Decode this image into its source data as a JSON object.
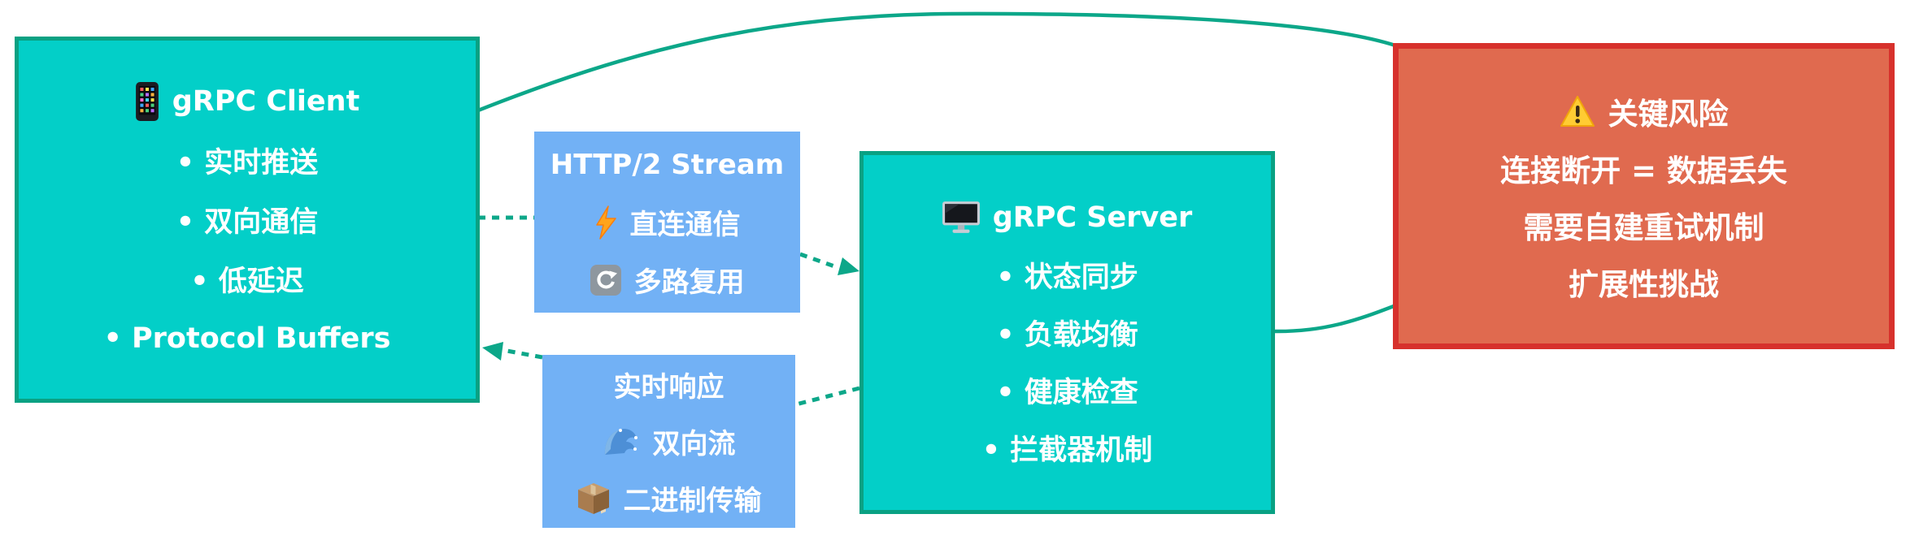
{
  "diagram": {
    "client": {
      "title": "gRPC Client",
      "title_icon": "mobile-phone-icon",
      "items": [
        "• 实时推送",
        "• 双向通信",
        "• 低延迟",
        "• Protocol Buffers"
      ]
    },
    "http2_label": {
      "lines": [
        {
          "text": "HTTP/2 Stream"
        },
        {
          "icon": "high-voltage-icon",
          "text": "直连通信"
        },
        {
          "icon": "counterclockwise-arrows-icon",
          "text": "多路复用"
        }
      ]
    },
    "response_label": {
      "lines": [
        {
          "text": "实时响应"
        },
        {
          "icon": "water-wave-icon",
          "text": "双向流"
        },
        {
          "icon": "package-icon",
          "text": "二进制传输"
        }
      ]
    },
    "server": {
      "title": "gRPC Server",
      "title_icon": "desktop-computer-icon",
      "items": [
        "• 状态同步",
        "• 负载均衡",
        "• 健康检查",
        "• 拦截器机制"
      ]
    },
    "risk": {
      "title": "关键风险",
      "title_icon": "warning-icon",
      "lines": [
        "连接断开 = 数据丢失",
        "需要自建重试机制",
        "扩展性挑战"
      ]
    },
    "colors": {
      "node_fill": "#03CFC8",
      "node_stroke": "#0AA183",
      "label_fill": "#72B1F5",
      "risk_fill": "#E06A4F",
      "risk_stroke": "#D7312C",
      "edge": "#0CA789",
      "text": "#FFFFFF"
    }
  }
}
